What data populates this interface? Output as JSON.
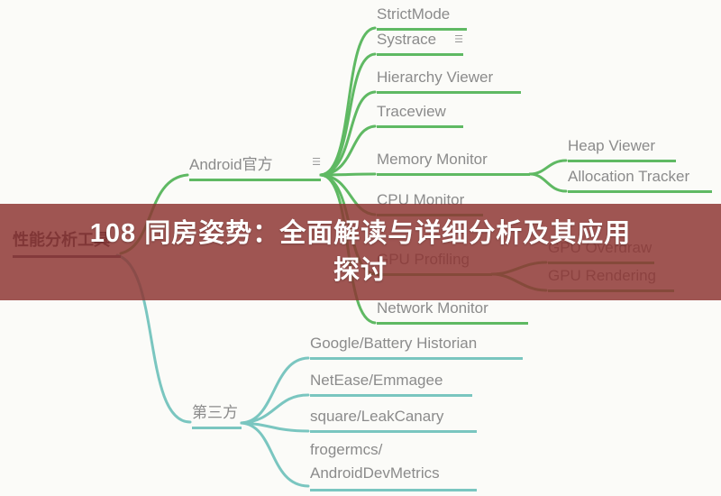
{
  "banner": {
    "line1": "108 同房姿势：全面解读与详细分析及其应用",
    "line2": "探讨",
    "bg_color": "#8d3432",
    "text_color": "#ffffff"
  },
  "colors": {
    "android_branch": "#5fb963",
    "third_party_branch": "#7ac6c0",
    "label_text": "#8b8b8b",
    "root_text": "#41414d"
  },
  "mindmap": {
    "root": {
      "label": "性能分析工具"
    },
    "android": {
      "label": "Android官方",
      "children": [
        {
          "label": "StrictMode"
        },
        {
          "label": "Systrace"
        },
        {
          "label": "Hierarchy Viewer"
        },
        {
          "label": "Traceview"
        },
        {
          "label": "Memory Monitor"
        },
        {
          "label": "CPU Monitor"
        },
        {
          "label": "GPU Profiling"
        },
        {
          "label": "Network Monitor"
        }
      ],
      "memory_children": [
        {
          "label": "Heap Viewer"
        },
        {
          "label": "Allocation Tracker"
        }
      ],
      "gpu_children": [
        {
          "label": "GPU Overdraw"
        },
        {
          "label": "GPU Rendering"
        }
      ]
    },
    "third": {
      "label": "第三方",
      "children": [
        {
          "label": "Google/Battery Historian"
        },
        {
          "label": "NetEase/Emmagee"
        },
        {
          "label": "square/LeakCanary"
        },
        {
          "line1": "frogermcs/",
          "line2": "AndroidDevMetrics"
        }
      ]
    }
  }
}
